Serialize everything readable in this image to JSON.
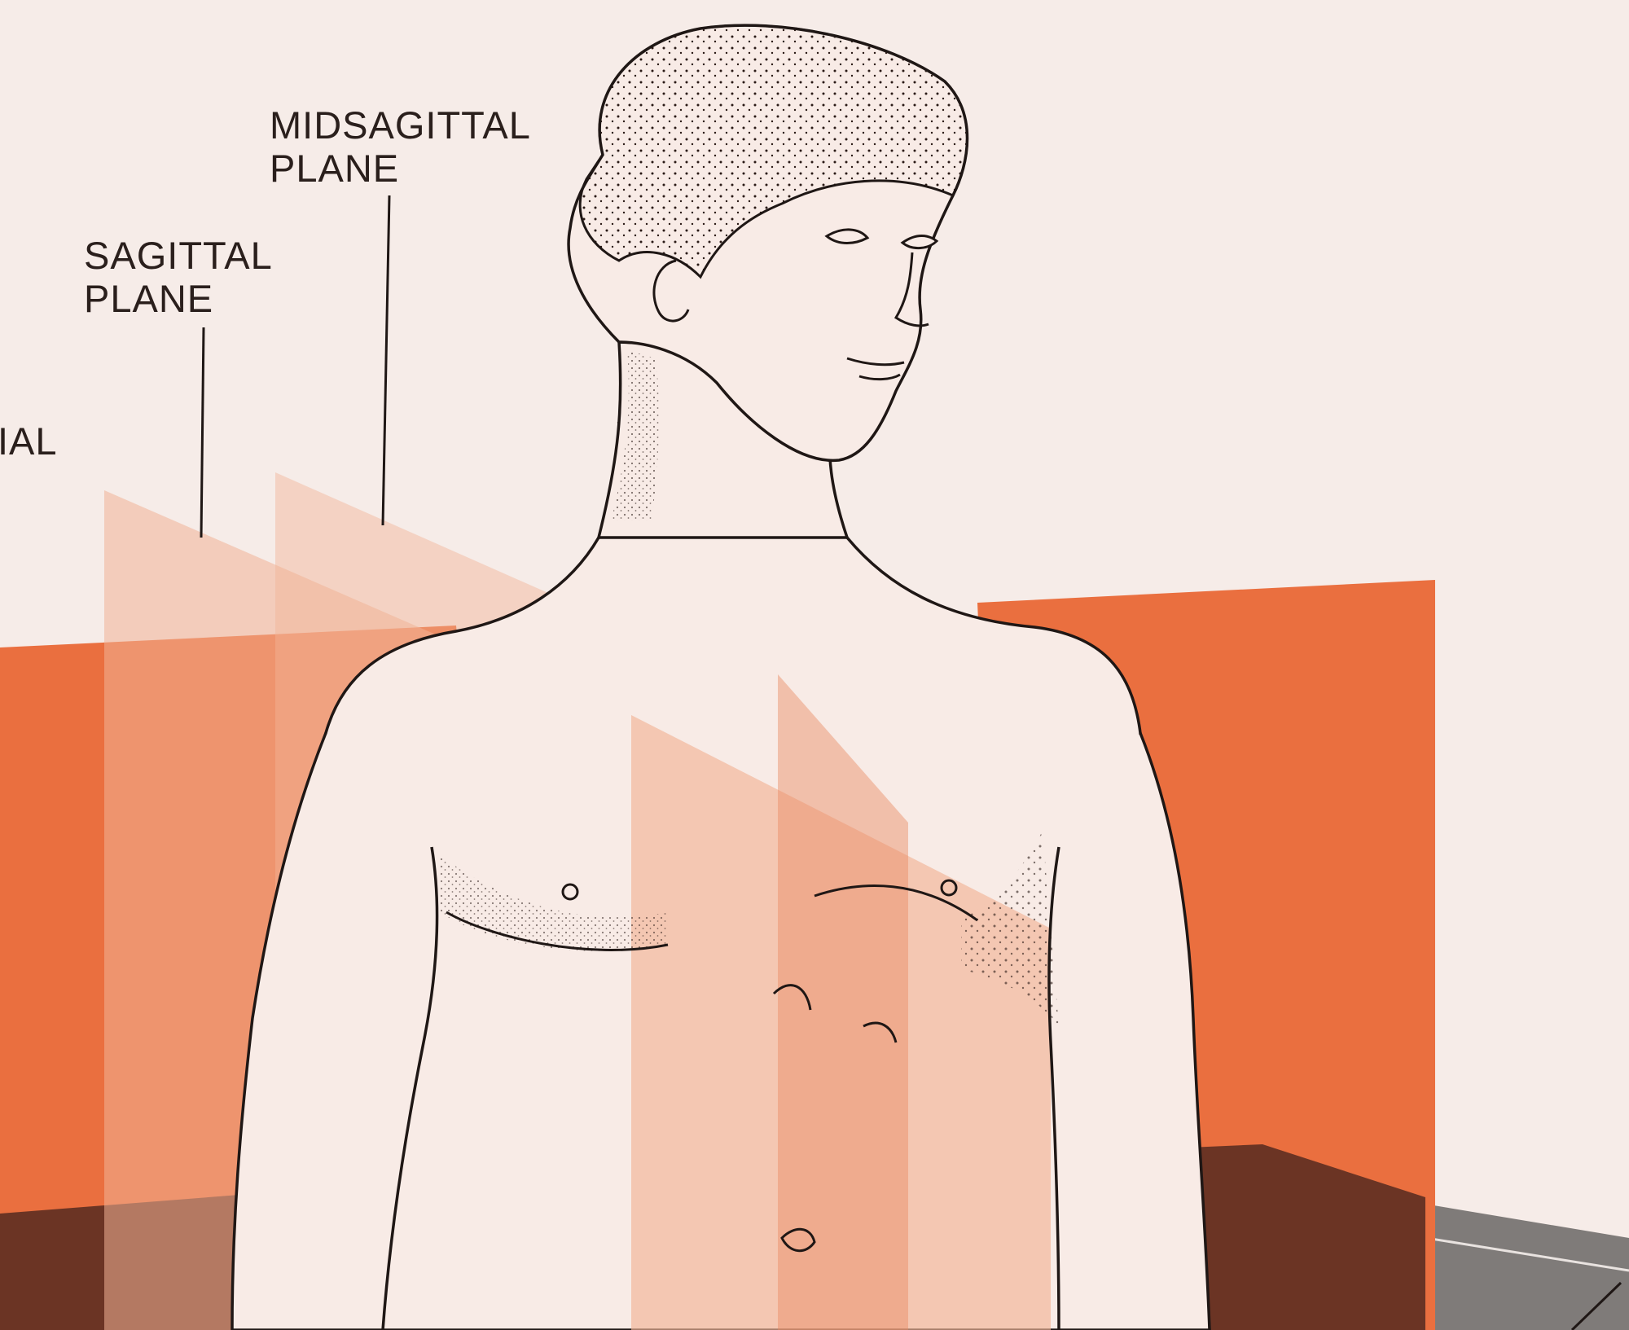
{
  "labels": {
    "midsagittal": {
      "line1": "MIDSAGITTAL",
      "line2": "PLANE"
    },
    "sagittal": {
      "line1": "SAGITTAL",
      "line2": "PLANE"
    },
    "frontal_partial": "IAL"
  },
  "colors": {
    "paper": "#f6ece8",
    "frontal_plane": "#ea6f3f",
    "sagittal_plane_light": "#f1b396",
    "transverse_plane_dark": "#6b3424",
    "floor_gray": "#7f7b79",
    "skin": "#f8ebe6",
    "ink": "#1f1715"
  }
}
